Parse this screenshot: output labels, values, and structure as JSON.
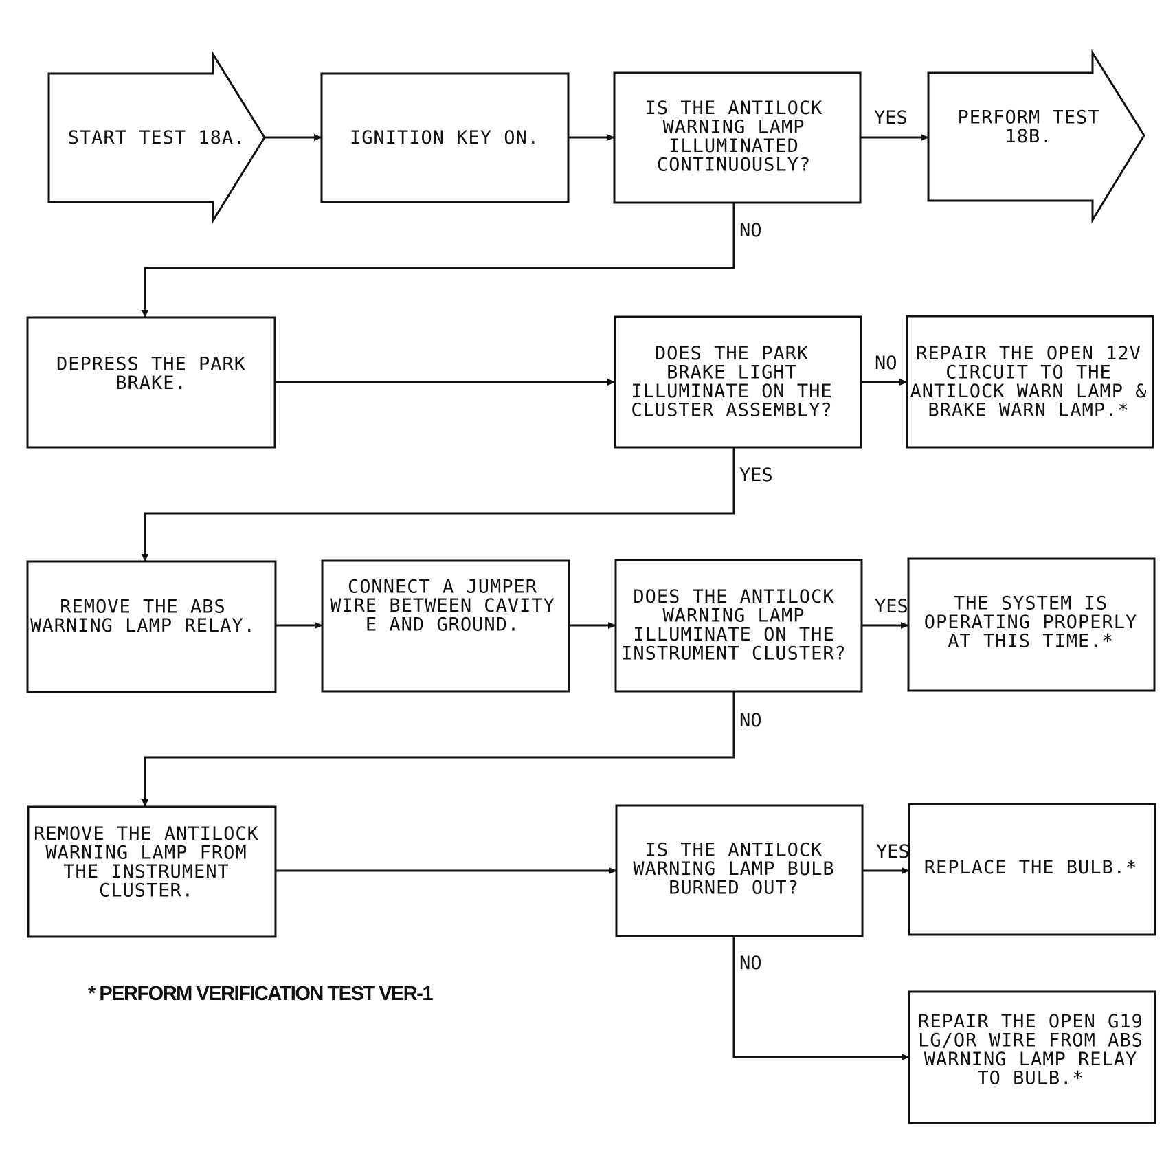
{
  "diagram": {
    "nodes": {
      "start": {
        "lines": [
          "START TEST 18A."
        ]
      },
      "ignition": {
        "lines": [
          "IGNITION KEY ON."
        ]
      },
      "q1": {
        "lines": [
          "IS THE ANTILOCK",
          "WARNING LAMP",
          "ILLUMINATED",
          "CONTINUOUSLY?"
        ]
      },
      "perform18b": {
        "lines": [
          "PERFORM TEST",
          "18B."
        ]
      },
      "depress": {
        "lines": [
          "DEPRESS THE PARK",
          "BRAKE."
        ]
      },
      "q2": {
        "lines": [
          "DOES THE PARK",
          "BRAKE LIGHT",
          "ILLUMINATE ON THE",
          "CLUSTER ASSEMBLY?"
        ]
      },
      "repair12v": {
        "lines": [
          "REPAIR THE OPEN 12V",
          "CIRCUIT TO THE",
          "ANTILOCK WARN LAMP &",
          "BRAKE WARN LAMP.*"
        ]
      },
      "removeRelay": {
        "lines": [
          "REMOVE THE ABS",
          "WARNING LAMP RELAY."
        ]
      },
      "jumper": {
        "lines": [
          "CONNECT A JUMPER",
          "WIRE BETWEEN CAVITY",
          "E AND GROUND."
        ]
      },
      "q3": {
        "lines": [
          "DOES THE ANTILOCK",
          "WARNING LAMP",
          "ILLUMINATE ON THE",
          "INSTRUMENT CLUSTER?"
        ]
      },
      "systemOk": {
        "lines": [
          "THE SYSTEM IS",
          "OPERATING PROPERLY",
          "AT THIS TIME.*"
        ]
      },
      "removeLamp": {
        "lines": [
          "REMOVE THE ANTILOCK",
          "WARNING LAMP FROM",
          "THE INSTRUMENT",
          "CLUSTER."
        ]
      },
      "q4": {
        "lines": [
          "IS THE ANTILOCK",
          "WARNING LAMP BULB",
          "BURNED OUT?"
        ]
      },
      "replaceBulb": {
        "lines": [
          "REPLACE THE BULB.*"
        ]
      },
      "repairG19": {
        "lines": [
          "REPAIR THE OPEN G19",
          "LG/OR WIRE FROM ABS",
          "WARNING LAMP RELAY",
          "TO BULB.*"
        ]
      }
    },
    "labels": {
      "q1_yes": "YES",
      "q1_no": "NO",
      "q2_no": "NO",
      "q2_yes": "YES",
      "q3_yes": "YES",
      "q3_no": "NO",
      "q4_yes": "YES",
      "q4_no": "NO"
    },
    "footnote": "* PERFORM VERIFICATION TEST VER-1"
  }
}
